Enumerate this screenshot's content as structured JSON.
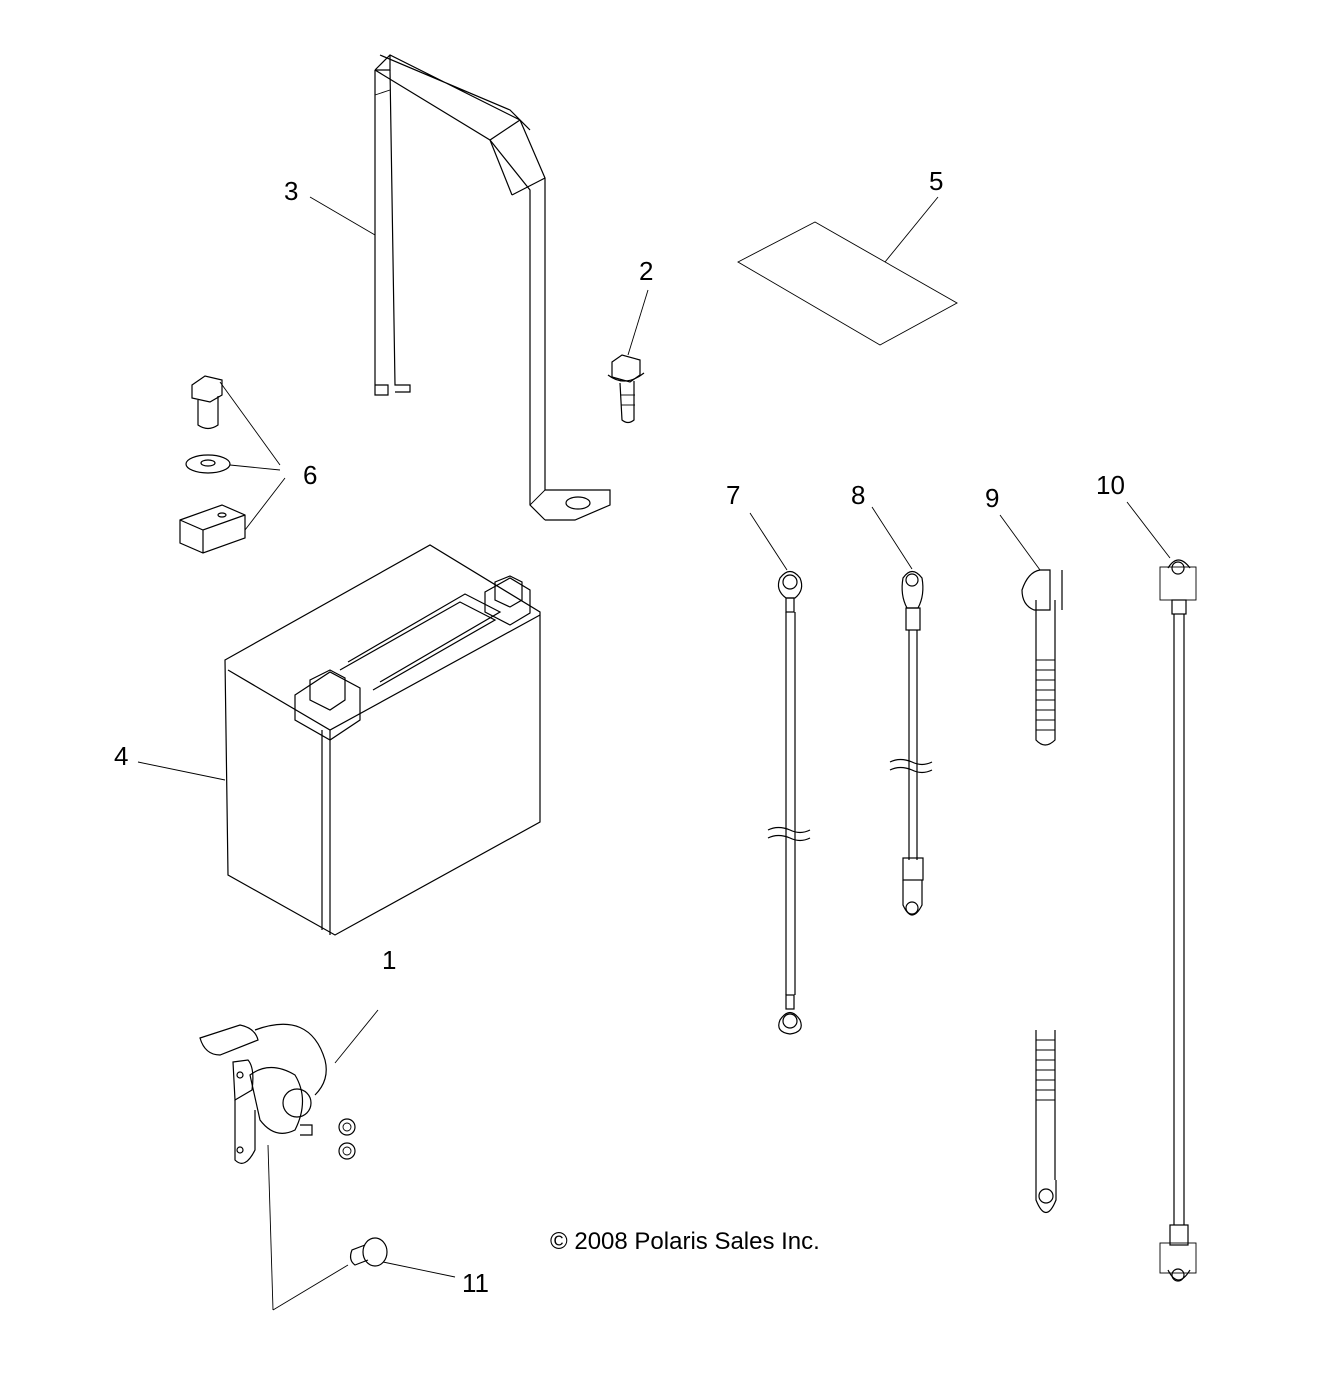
{
  "diagram": {
    "copyright": "© 2008 Polaris Sales Inc.",
    "callouts": [
      {
        "id": "1",
        "part": "solenoid"
      },
      {
        "id": "2",
        "part": "bolt"
      },
      {
        "id": "3",
        "part": "battery-strap"
      },
      {
        "id": "4",
        "part": "battery"
      },
      {
        "id": "5",
        "part": "label"
      },
      {
        "id": "6",
        "part": "bolt-washer-block"
      },
      {
        "id": "7",
        "part": "cable"
      },
      {
        "id": "8",
        "part": "cable"
      },
      {
        "id": "9",
        "part": "boot-cable"
      },
      {
        "id": "10",
        "part": "cable"
      },
      {
        "id": "11",
        "part": "bolt"
      }
    ]
  }
}
